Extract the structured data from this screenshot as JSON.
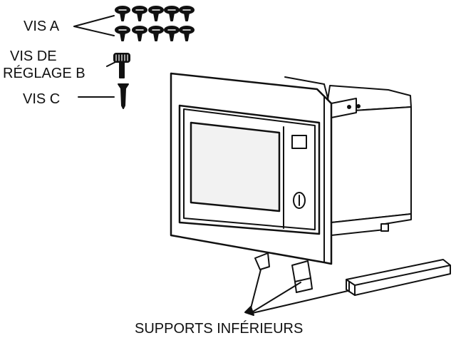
{
  "labels": {
    "vis_a": "VIS A",
    "vis_de": "VIS DE",
    "reglage_b": "RÉGLAGE B",
    "vis_c": "VIS C",
    "supports": "SUPPORTS INFÉRIEURS"
  },
  "colors": {
    "ink": "#111111",
    "paper": "#ffffff",
    "screen_tint": "#f2f2f2"
  }
}
